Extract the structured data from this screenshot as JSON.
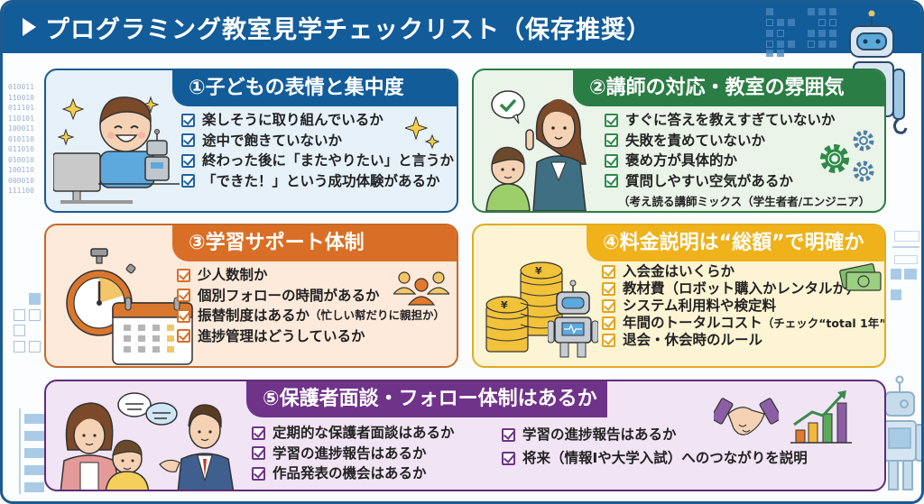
{
  "header": {
    "title": "プログラミング教室見学チェックリスト（保存推奨）",
    "accent_color": "#135c9a"
  },
  "decor": {
    "binary_lines": [
      "010011",
      "110010",
      "011101",
      "110101",
      "100011",
      "010110",
      "011010",
      "010010",
      "100110",
      "000010",
      "111100"
    ]
  },
  "sections": [
    {
      "number": "①",
      "title": "①子どもの表情と集中度",
      "color": "#135c9a",
      "items": [
        "楽しそうに取り組んでいるか",
        "途中で飽きていないか",
        "終わった後に「またやりたい」と言うか",
        "「できた！」という成功体験があるか"
      ],
      "icons": [
        "child-with-robot-illustration",
        "sparkle-icon",
        "computer-icon"
      ]
    },
    {
      "number": "②",
      "title": "②講師の対応・教室の雰囲気",
      "color": "#2a7d44",
      "items": [
        "すぐに答えを教えすぎていないか",
        "失敗を責めていないか",
        "褒め方が具体的か",
        "質問しやすい空気があるか"
      ],
      "note": "（考え読る講師ミックス（学生者者/エンジニア）",
      "icons": [
        "teacher-and-child-illustration",
        "check-speech-bubble-icon",
        "gears-icon"
      ]
    },
    {
      "number": "③",
      "title": "③学習サポート体制",
      "color": "#d96f26",
      "items": [
        "少人数制か",
        "個別フォローの時間があるか",
        "振替制度はあるか",
        "進捗管理はどうしているか"
      ],
      "item3_sub": "（忙しい幇だりに親担か）",
      "icons": [
        "stopwatch-icon",
        "calendar-icon",
        "group-icon"
      ]
    },
    {
      "number": "④",
      "title": "④料金説明は“総額”で明確か",
      "color": "#efb21b",
      "items": [
        "入会金はいくらか",
        "教材費（ロボット購入かレンタルか）",
        "システム利用料や検定料",
        "年間のトータルコスト",
        "退会・休会時のルール"
      ],
      "item4_sub": "（チェック“total 1年”!",
      "icons": [
        "yen-coins-icon",
        "robot-icon",
        "banknotes-icon"
      ]
    },
    {
      "number": "⑤",
      "title": "⑤保護者面談・フォロー体制はあるか",
      "color": "#6f3389",
      "items_left": [
        "定期的な保護者面談はあるか",
        "学習の進捗報告はあるか",
        "作品発表の機会はあるか"
      ],
      "items_right": [
        "学習の進捗報告はあるか",
        "将来（情報Ⅰや大学入試）へのつながりを説明"
      ],
      "icons": [
        "parent-child-teacher-illustration",
        "speech-bubbles-icon",
        "handshake-icon",
        "growth-chart-icon"
      ]
    }
  ]
}
